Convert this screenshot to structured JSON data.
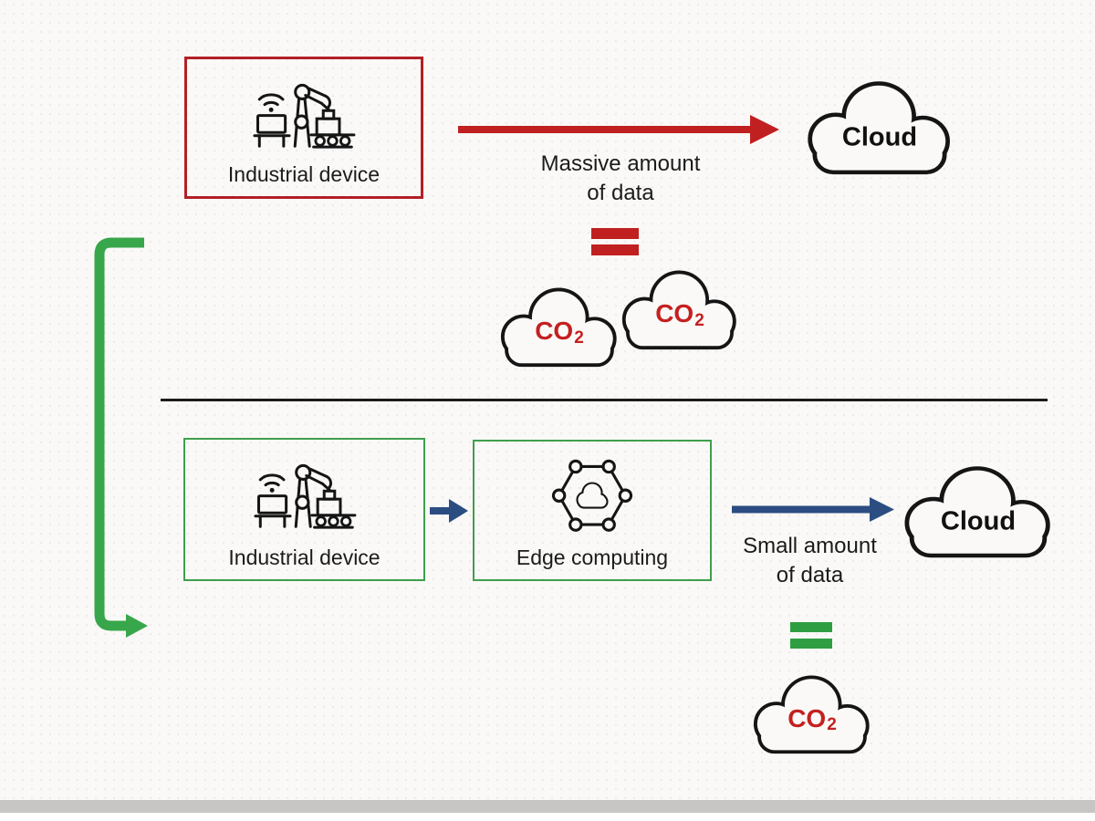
{
  "colors": {
    "red": "#c02020",
    "green": "#3aa64b",
    "blue": "#2c4f86",
    "outline_black": "#151515",
    "co2_red": "#c42020",
    "bottom_bar_gray": "#c7c6c4",
    "background": "#faf9f7"
  },
  "icons": {
    "industrial_device": "industrial-robot-arm-icon",
    "wifi": "wifi-signal-icon",
    "edge_computing": "edge-network-hexagon-icon",
    "cloud": "cloud-outline-icon",
    "equals_red": "equals-icon",
    "equals_green": "equals-icon",
    "loop_arrow": "green-loop-arrow-icon"
  },
  "top_flow": {
    "device_label": "Industrial device",
    "arrow_caption_line1": "Massive amount",
    "arrow_caption_line2": "of data",
    "cloud_label": "Cloud",
    "co2_left": {
      "main": "CO",
      "sub": "2"
    },
    "co2_right": {
      "main": "CO",
      "sub": "2"
    }
  },
  "bottom_flow": {
    "device_label": "Industrial device",
    "edge_label": "Edge computing",
    "arrow_caption_line1": "Small amount",
    "arrow_caption_line2": "of data",
    "cloud_label": "Cloud",
    "co2": {
      "main": "CO",
      "sub": "2"
    }
  }
}
